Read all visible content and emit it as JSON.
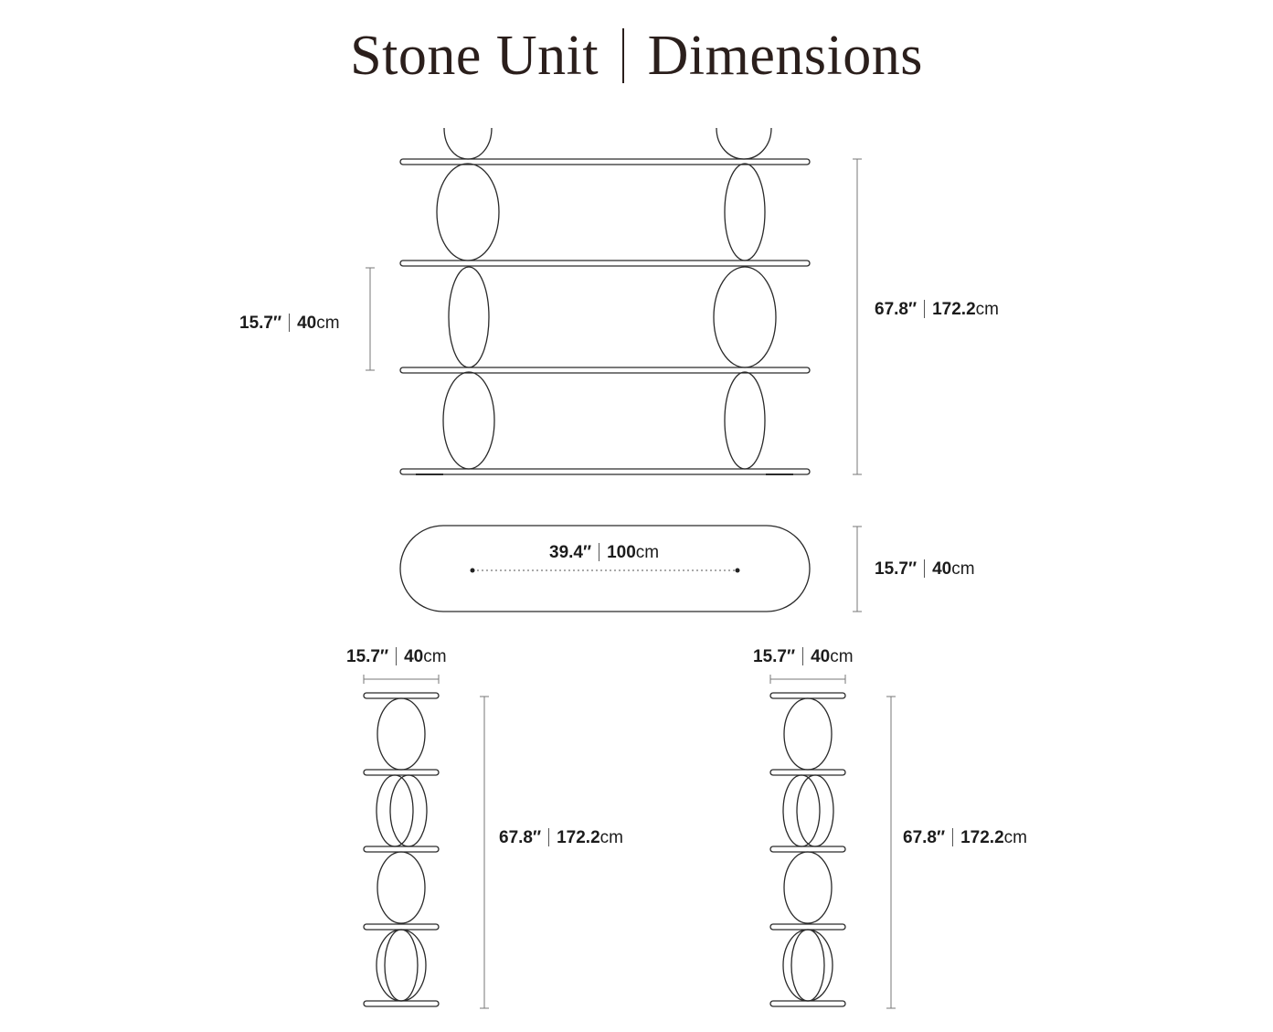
{
  "title": {
    "name": "Stone Unit",
    "subtitle": "Dimensions"
  },
  "front_view": {
    "shelf_spacing": {
      "imperial": "15.7″",
      "metric_value": "40",
      "metric_unit": "cm"
    },
    "total_height": {
      "imperial": "67.8″",
      "metric_value": "172.2",
      "metric_unit": "cm"
    }
  },
  "top_view": {
    "leg_spacing": {
      "imperial": "39.4″",
      "metric_value": "100",
      "metric_unit": "cm"
    },
    "depth": {
      "imperial": "15.7″",
      "metric_value": "40",
      "metric_unit": "cm"
    }
  },
  "side_view_left": {
    "depth": {
      "imperial": "15.7″",
      "metric_value": "40",
      "metric_unit": "cm"
    },
    "height": {
      "imperial": "67.8″",
      "metric_value": "172.2",
      "metric_unit": "cm"
    }
  },
  "side_view_right": {
    "depth": {
      "imperial": "15.7″",
      "metric_value": "40",
      "metric_unit": "cm"
    },
    "height": {
      "imperial": "67.8″",
      "metric_value": "172.2",
      "metric_unit": "cm"
    }
  }
}
